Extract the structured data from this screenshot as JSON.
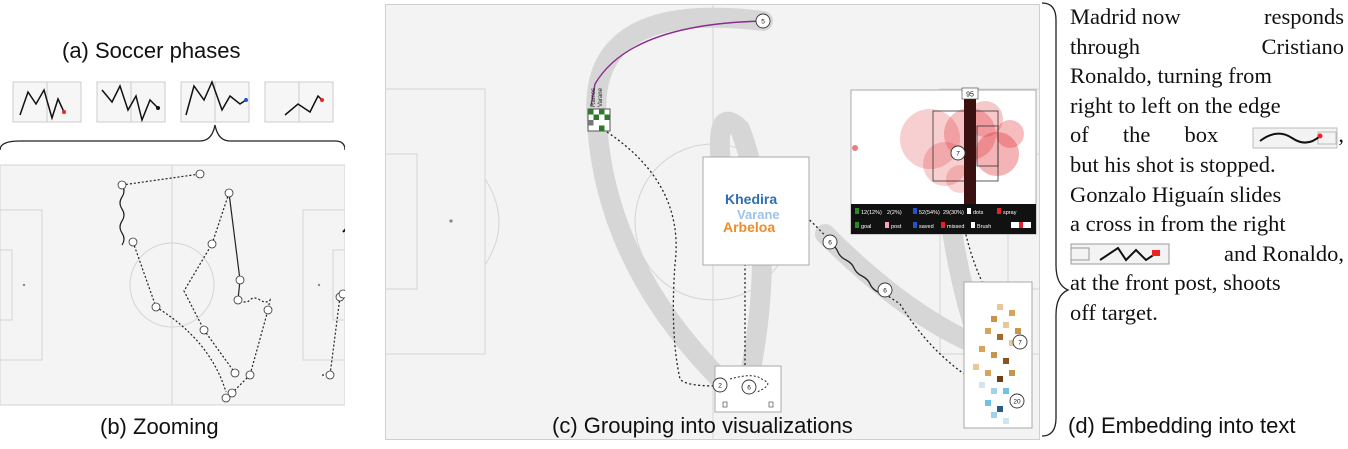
{
  "captions": {
    "a": "(a) Soccer phases",
    "b": "(b) Zooming",
    "c": "(c) Grouping into visualizations",
    "d": "(d) Embedding into text"
  },
  "text_d": {
    "l1a": "Madrid now",
    "l1b": "responds",
    "l2a": "through",
    "l2b": "Cristiano",
    "l3": "Ronaldo, turning from",
    "l4": "right to left on the edge",
    "l5a": "of",
    "l5b": "the",
    "l5c": "box",
    "l5d": ",",
    "l6": "but his shot is stopped.",
    "l7": "Gonzalo Higuaín slides",
    "l8": "a cross in from the right",
    "l9a": "and Ronaldo,",
    "l10": "at the front post, shoots",
    "l11": "off target."
  },
  "pitch_c": {
    "node_top": "5",
    "node_goal": "7",
    "node_run1": "6",
    "node_run2": "6",
    "node_bottom_a": "2",
    "node_bottom_b": "6",
    "node_heat": "20",
    "player_tag_1": "Ramos",
    "player_tag_2": "Varane",
    "word_cloud": [
      {
        "word": "Khedira",
        "color": "#2f6db5"
      },
      {
        "word": "Varane",
        "color": "#9ec3e8"
      },
      {
        "word": "Arbeloa",
        "color": "#f08c28"
      }
    ],
    "heatmap_label": "95",
    "legend": {
      "row1": [
        "12(12%)",
        "2(2%)",
        "52(54%)",
        "29(30%)",
        "dots",
        "spray"
      ],
      "row2": [
        "goal",
        "post",
        "saved",
        "missed",
        "Brush"
      ]
    },
    "colors": {
      "trail": "#d6d6d6",
      "pass": "#8a2b8e",
      "heat": "#e0242a",
      "heat_blue": "#6cc3e6",
      "heat_brown": "#c8934c"
    }
  }
}
